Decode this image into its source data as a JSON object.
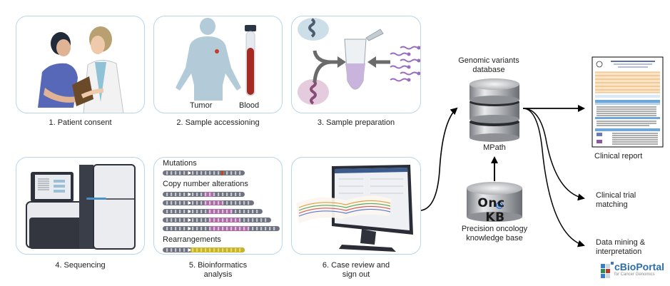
{
  "steps": [
    {
      "id": 1,
      "caption": "1. Patient consent"
    },
    {
      "id": 2,
      "caption": "2. Sample accessioning",
      "labels": {
        "tumor": "Tumor",
        "blood": "Blood"
      }
    },
    {
      "id": 3,
      "caption": "3. Sample preparation"
    },
    {
      "id": 4,
      "caption": "4. Sequencing"
    },
    {
      "id": 5,
      "caption_line1": "5. Bioinformatics",
      "caption_line2": "analysis",
      "sections": {
        "mutations": "Mutations",
        "cna": "Copy number alterations",
        "rearrangements": "Rearrangements"
      }
    },
    {
      "id": 6,
      "caption_line1": "6. Case review and",
      "caption_line2": "sign out"
    }
  ],
  "database": {
    "title_line1": "Genomic variants",
    "title_line2": "database",
    "name": "MPath"
  },
  "knowledge_base": {
    "logo_left": "Onc",
    "logo_right": "KB",
    "caption_line1": "Precision oncology",
    "caption_line2": "knowledge base"
  },
  "outputs": {
    "report": "Clinical report",
    "trial_line1": "Clinical trial",
    "trial_line2": "matching",
    "mining_line1": "Data mining &",
    "mining_line2": "interpretation"
  },
  "cbioportal": {
    "name": "cBioPortal",
    "tagline": "for Cancer Genomics"
  },
  "colors": {
    "panel_border": "#b9d6e8",
    "arrow": "#000000",
    "oncokb_blue": "#2a6fc9",
    "cbio_blue": "#2c6ea6"
  }
}
